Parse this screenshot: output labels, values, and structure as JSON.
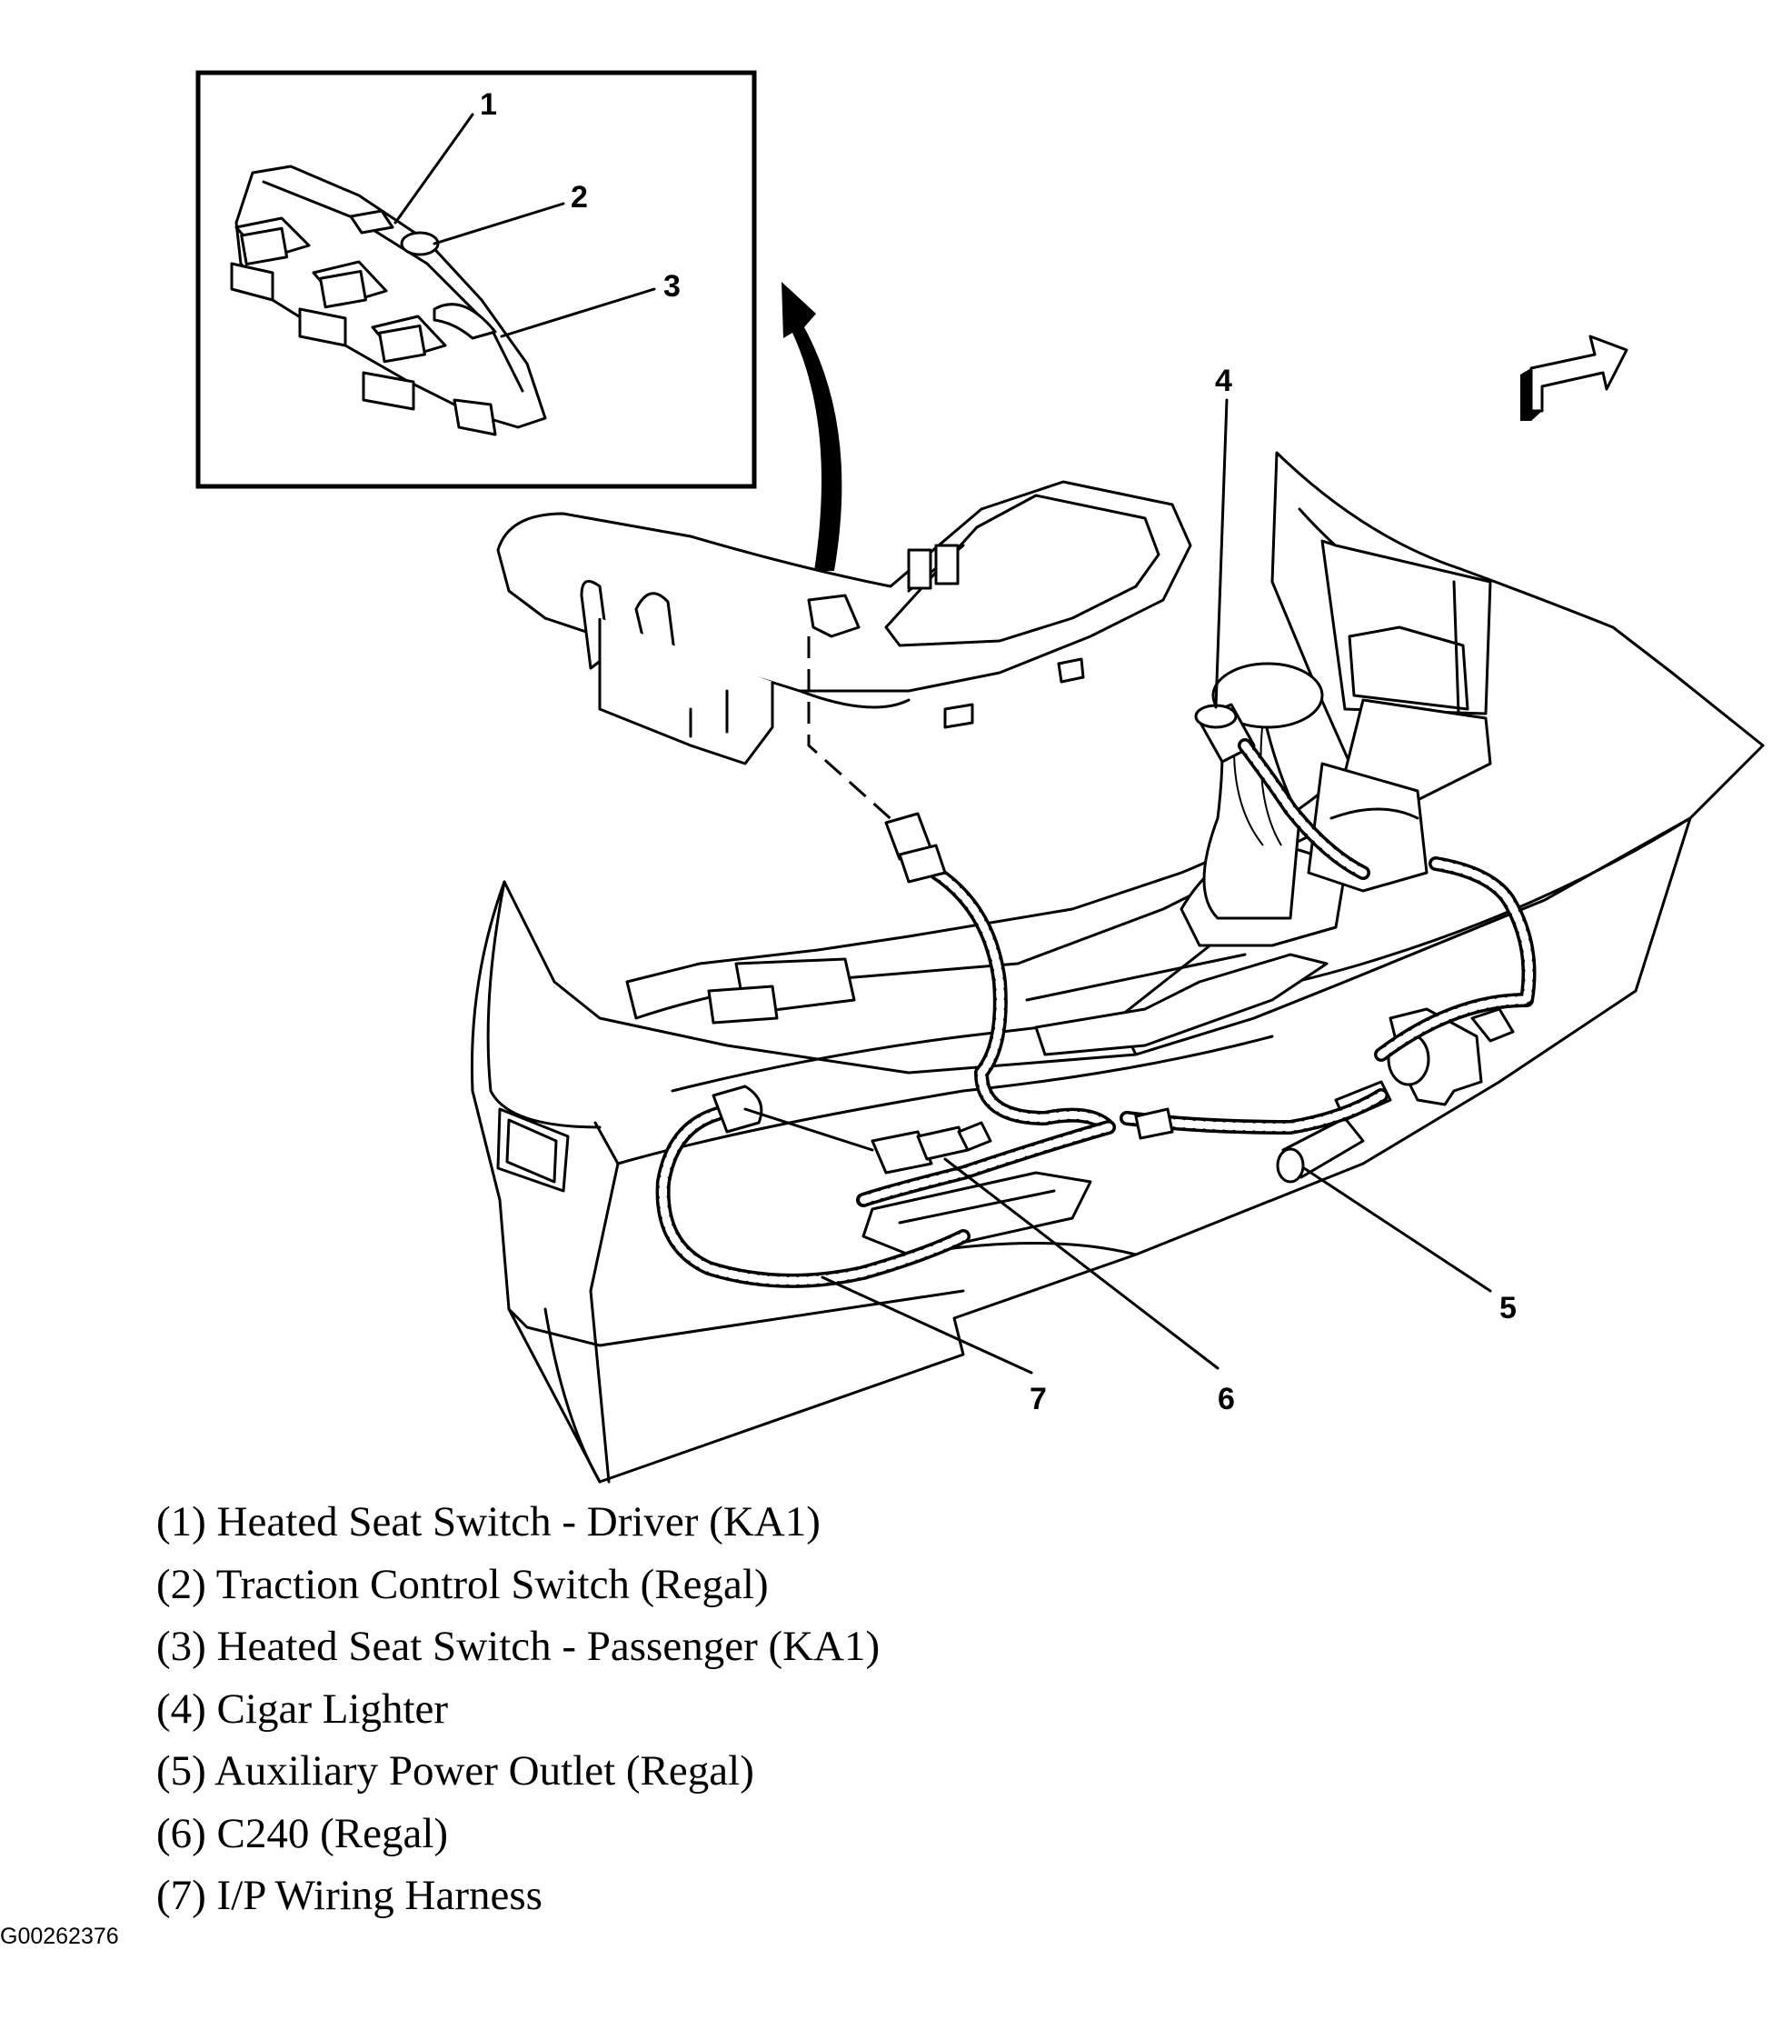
{
  "callouts": [
    {
      "number": "1"
    },
    {
      "number": "2"
    },
    {
      "number": "3"
    },
    {
      "number": "4"
    },
    {
      "number": "5"
    },
    {
      "number": "6"
    },
    {
      "number": "7"
    }
  ],
  "legend": [
    "(1) Heated Seat Switch - Driver (KA1)",
    "(2) Traction Control Switch (Regal)",
    "(3) Heated Seat Switch - Passenger (KA1)",
    "(4) Cigar Lighter",
    "(5) Auxiliary Power Outlet (Regal)",
    "(6) C240 (Regal)",
    "(7) I/P Wiring Harness"
  ],
  "figure_id": "G00262376"
}
